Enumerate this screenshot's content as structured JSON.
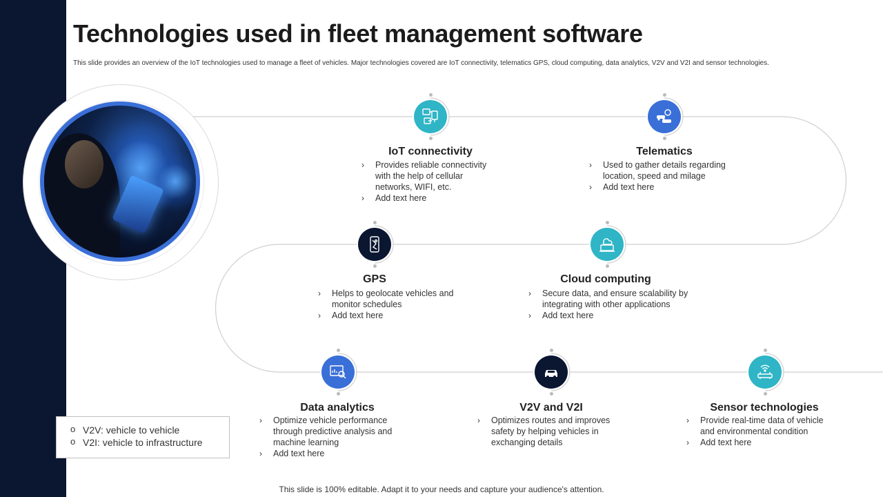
{
  "slide": {
    "title": "Technologies used in fleet management software",
    "subtitle": "This slide provides an overview of the IoT technologies used to manage a fleet of vehicles. Major technologies covered are IoT connectivity, telematics GPS,  cloud computing, data analytics, V2V and V2I and sensor technologies.",
    "footer": "This slide is 100% editable. Adapt it to your needs and capture your audience's attention."
  },
  "colors": {
    "sidebar": "#0b1631",
    "teal": "#2fb5c6",
    "blue": "#3a6fd8",
    "navy": "#0b1631"
  },
  "technologies": [
    {
      "id": "iot",
      "title": "IoT connectivity",
      "icon": "iot-devices-icon",
      "color": "#2fb5c6",
      "points": [
        "Provides reliable connectivity with the help of cellular networks, WIFI, etc.",
        "Add text here"
      ]
    },
    {
      "id": "telematics",
      "title": "Telematics",
      "icon": "telematics-cars-icon",
      "color": "#3a6fd8",
      "points": [
        "Used to gather details regarding location, speed and milage",
        "Add text here"
      ]
    },
    {
      "id": "gps",
      "title": "GPS",
      "icon": "gps-phone-icon",
      "color": "#0b1631",
      "points": [
        "Helps to geolocate vehicles and monitor schedules",
        "Add text here"
      ]
    },
    {
      "id": "cloud",
      "title": "Cloud computing",
      "icon": "cloud-laptop-icon",
      "color": "#2fb5c6",
      "points": [
        "Secure data, and ensure scalability by integrating with other applications",
        "Add text here"
      ]
    },
    {
      "id": "analytics",
      "title": "Data analytics",
      "icon": "analytics-search-icon",
      "color": "#3a6fd8",
      "points": [
        "Optimize vehicle performance through predictive analysis and machine learning",
        "Add text here"
      ]
    },
    {
      "id": "v2v",
      "title": "V2V and V2I",
      "icon": "car-icon",
      "color": "#0b1631",
      "points": [
        "Optimizes routes and improves safety by helping vehicles in exchanging details"
      ]
    },
    {
      "id": "sensor",
      "title": "Sensor technologies",
      "icon": "wifi-router-icon",
      "color": "#2fb5c6",
      "points": [
        "Provide real-time data of vehicle and environmental  condition",
        "Add text here"
      ]
    }
  ],
  "legend": [
    "V2V:  vehicle to vehicle",
    "V2I:  vehicle to infrastructure"
  ]
}
